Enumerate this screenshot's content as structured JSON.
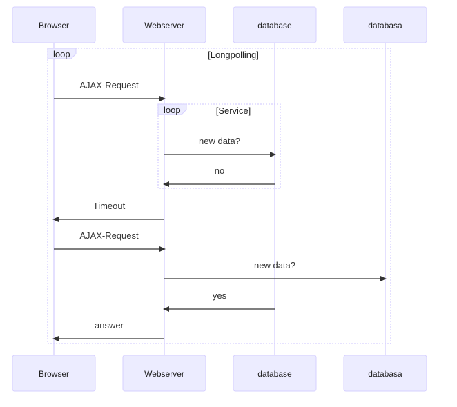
{
  "participants": [
    {
      "id": "browser",
      "label": "Browser"
    },
    {
      "id": "webserver",
      "label": "Webserver"
    },
    {
      "id": "database",
      "label": "database"
    },
    {
      "id": "databasa",
      "label": "databasa"
    }
  ],
  "loops": [
    {
      "id": "longpolling",
      "keyword": "loop",
      "condition": "[Longpolling]"
    },
    {
      "id": "service",
      "keyword": "loop",
      "condition": "[Service]"
    }
  ],
  "messages": [
    {
      "id": "ajax-request-1",
      "from": "browser",
      "to": "webserver",
      "label": "AJAX-Request"
    },
    {
      "id": "new-data-1",
      "from": "webserver",
      "to": "database",
      "label": "new data?"
    },
    {
      "id": "no",
      "from": "database",
      "to": "webserver",
      "label": "no"
    },
    {
      "id": "timeout",
      "from": "webserver",
      "to": "browser",
      "label": "Timeout"
    },
    {
      "id": "ajax-request-2",
      "from": "browser",
      "to": "webserver",
      "label": "AJAX-Request"
    },
    {
      "id": "new-data-2",
      "from": "webserver",
      "to": "databasa",
      "label": "new data?"
    },
    {
      "id": "yes",
      "from": "database",
      "to": "webserver",
      "label": "yes"
    },
    {
      "id": "answer",
      "from": "webserver",
      "to": "browser",
      "label": "answer"
    }
  ]
}
